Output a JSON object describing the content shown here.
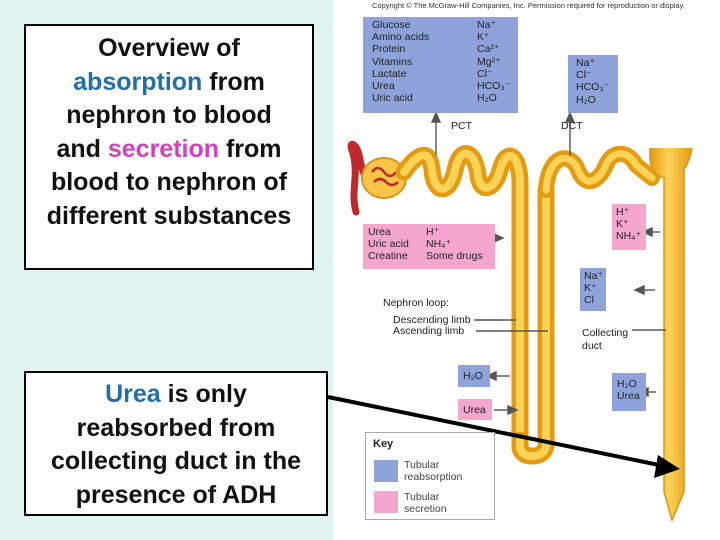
{
  "left_text": {
    "top_box": {
      "line1": "Overview of",
      "absorption": "absorption",
      "from1": " from",
      "line3": "nephron to blood",
      "and": "and ",
      "secretion": "secretion",
      "from2": " from",
      "line5": "blood to nephron of",
      "line6": "different substances"
    },
    "bottom_box": {
      "urea": "Urea",
      "rest1": " is only",
      "line2": "reabsorbed from",
      "line3": "collecting duct in the",
      "line4": "presence of ADH"
    }
  },
  "figure": {
    "copyright": "Copyright © The McGraw-Hill Companies, Inc. Permission required for reproduction or display.",
    "pct_absorption": {
      "col1": [
        "Glucose",
        "Amino acids",
        "Protein",
        "Vitamins",
        "Lactate",
        "Urea",
        "Uric acid"
      ],
      "col2": [
        "Na⁺",
        "K⁺",
        "Ca²⁺",
        "Mg²⁺",
        "Cl⁻",
        "HCO₃⁻",
        "H₂O"
      ]
    },
    "dct_absorption": [
      "Na⁺",
      "Cl⁻",
      "HCO₃⁻",
      "H₂O"
    ],
    "pct_secretion": {
      "col1": [
        "Urea",
        "Uric acid",
        "Creatine"
      ],
      "col2": [
        "H⁺",
        "NH₄⁺",
        "Some drugs"
      ]
    },
    "dct_secretion": [
      "H⁺",
      "K⁺",
      "NH₄⁺"
    ],
    "duct_absorption_upper": [
      "Na⁺",
      "K⁺",
      "Cl"
    ],
    "loop_water": "H₂O",
    "loop_urea": "Urea",
    "duct_lower": [
      "H₂O",
      "Urea"
    ],
    "labels": {
      "pct": "PCT",
      "dct": "DCT",
      "nephron_loop": "Nephron loop:",
      "descending": "Descending limb",
      "ascending": "Ascending limb",
      "collecting": "Collecting",
      "duct": "duct"
    },
    "key": {
      "title": "Key",
      "absorption": [
        "Tubular",
        "reabsorption"
      ],
      "secretion": [
        "Tubular",
        "secretion"
      ]
    },
    "colors": {
      "absorption": "#8fa3db",
      "secretion": "#f4a6cf",
      "tubule": "#f5b833",
      "highlight": "#d43fbd",
      "accent": "#1f6fb0"
    }
  }
}
